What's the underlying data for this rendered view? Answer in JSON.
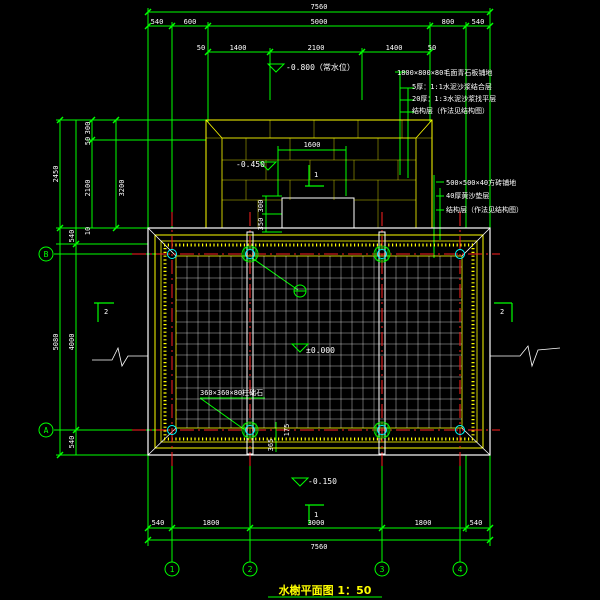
{
  "title": "水榭平面图  1：50",
  "dims_top": {
    "overall": "7560",
    "segments": [
      "540",
      "600",
      "5000",
      "800",
      "540"
    ],
    "sub": [
      "50",
      "1400",
      "2100",
      "1400",
      "50"
    ]
  },
  "dims_bottom": {
    "overall": "7560",
    "segments": [
      "540",
      "1800",
      "3000",
      "1800",
      "540"
    ]
  },
  "dims_left": {
    "outer": [
      "2450",
      "5080"
    ],
    "inner": [
      "540",
      "4000",
      "540"
    ],
    "upper": [
      "300",
      "50",
      "2100",
      "3200",
      "10"
    ]
  },
  "dims_mid": {
    "step_width": "1600",
    "step_heights": [
      "300",
      "350"
    ],
    "pier": "365",
    "pier2": "175"
  },
  "levels": {
    "water": "-0.800（常水位）",
    "step": "-0.450",
    "floor": "±0.000",
    "bottom": "-0.150"
  },
  "notes_upper": [
    "1800×800×80毛面青石板铺地",
    "5厚：1:1水泥沙浆结合层",
    "20厚：1:3水泥沙浆找平层",
    "结构层（作法见结构图）"
  ],
  "notes_mid": [
    "500×500×40方砖铺地",
    "40厚黄沙垫层",
    "结构层（作法见结构图）"
  ],
  "note_column": "360×360×80柱础石",
  "grid_axes": {
    "columns": [
      "1",
      "2",
      "3",
      "4"
    ],
    "rows": [
      "B",
      "A"
    ]
  },
  "section_marks": [
    "1",
    "2",
    "2",
    "1"
  ]
}
